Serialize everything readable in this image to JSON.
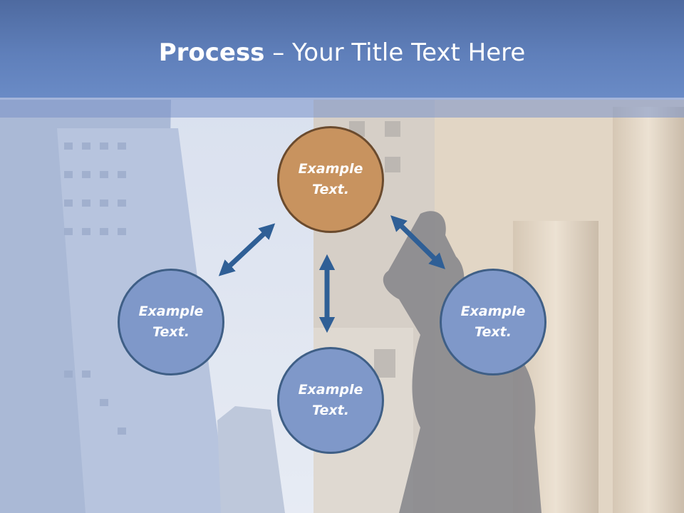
{
  "title": {
    "bold": "Process",
    "rest": " – Your Title Text Here"
  },
  "nodes": [
    {
      "id": "top",
      "line1": "Example",
      "line2": "Text."
    },
    {
      "id": "left",
      "line1": "Example",
      "line2": "Text."
    },
    {
      "id": "bottom",
      "line1": "Example",
      "line2": "Text."
    },
    {
      "id": "right",
      "line1": "Example",
      "line2": "Text."
    }
  ],
  "colors": {
    "header": "#5f7fba",
    "node_blue": "#7f98c9",
    "node_orange": "#c8935f",
    "arrow": "#2f5f96"
  }
}
